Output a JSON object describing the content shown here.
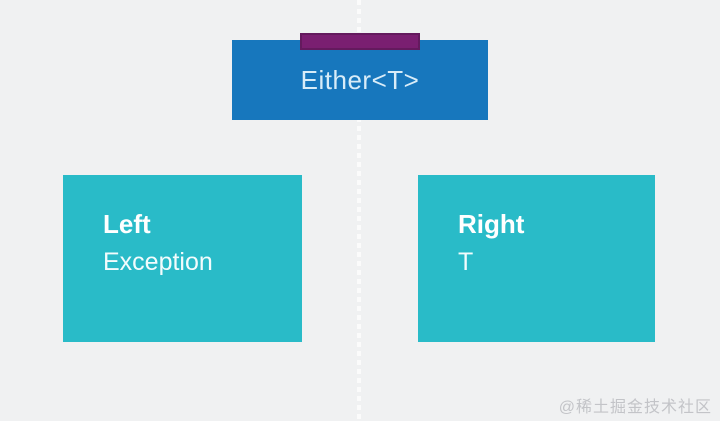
{
  "canvas": {
    "background": "#f0f1f2",
    "divider_dot_color": "#fbfbfb",
    "watermark": "@稀土掘金技术社区"
  },
  "diagram": {
    "root": {
      "label": "Either<T>",
      "fill": "#1777bd",
      "accent": "#7a1f71",
      "text_color": "#d8ecf8"
    },
    "branches": [
      {
        "title": "Left",
        "subtitle": "Exception",
        "fill": "#29bbc8",
        "text_color": "#ffffff"
      },
      {
        "title": "Right",
        "subtitle": "T",
        "fill": "#29bbc8",
        "text_color": "#ffffff"
      }
    ]
  }
}
